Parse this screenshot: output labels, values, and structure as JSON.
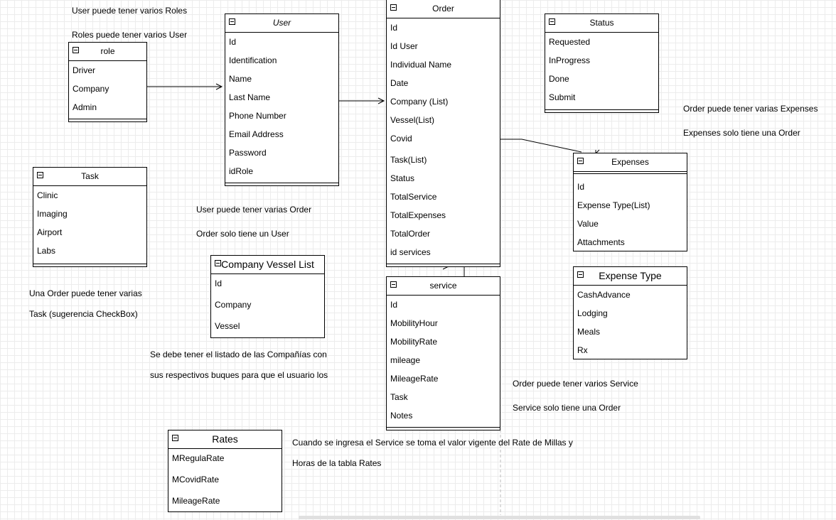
{
  "notes": {
    "user_roles": "User puede tener varios Roles",
    "roles_users": "Roles puede tener varios User",
    "user_orders": "User puede tener varias Order",
    "order_user": "Order solo tiene un User",
    "order_tasks_1": "Una Order puede tener varias",
    "order_tasks_2": "Task (sugerencia CheckBox)",
    "companies_1": "Se debe tener el listado de las Compañías con",
    "companies_2": "sus respectivos buques para que el usuario los",
    "order_expenses": "Order puede tener varias Expenses",
    "expenses_order": "Expenses solo tiene una Order",
    "order_services": "Order puede tener varios Service",
    "service_order": "Service solo tiene una Order",
    "rates_1": "Cuando se ingresa el Service se toma el valor vigente del Rate de Millas y",
    "rates_2": "Horas de la tabla Rates"
  },
  "entities": {
    "role": {
      "title": "role",
      "fields": [
        "Driver",
        "Company",
        "Admin"
      ]
    },
    "user": {
      "title": "User",
      "fields": [
        "Id",
        "Identification",
        "Name",
        "Last Name",
        "Phone Number",
        "Email Address",
        "Password",
        "idRole"
      ]
    },
    "order": {
      "title": "Order",
      "fields": [
        "Id",
        "Id User",
        "Individual Name",
        "Date",
        "Company (List)",
        "Vessel(List)",
        "Covid",
        "Task(List)",
        "Status",
        "TotalService",
        "TotalExpenses",
        "TotalOrder",
        "id services"
      ]
    },
    "status": {
      "title": "Status",
      "fields": [
        "Requested",
        "InProgress",
        "Done",
        "Submit"
      ]
    },
    "task": {
      "title": "Task",
      "fields": [
        "Clinic",
        "Imaging",
        "Airport",
        "Labs"
      ]
    },
    "expenses": {
      "title": "Expenses",
      "fields": [
        "Id",
        "Expense Type(List)",
        "Value",
        "Attachments"
      ]
    },
    "company_vessel": {
      "title": "Company Vessel List",
      "fields": [
        "Id",
        "Company",
        "Vessel"
      ]
    },
    "service": {
      "title": "service",
      "fields": [
        "Id",
        "MobilityHour",
        "MobilityRate",
        "mileage",
        "MileageRate",
        "Task",
        "Notes"
      ]
    },
    "expense_type": {
      "title": "Expense Type",
      "fields": [
        "CashAdvance",
        "Lodging",
        "Meals",
        "Rx"
      ]
    },
    "rates": {
      "title": "Rates",
      "fields": [
        "MRegulaRate",
        "MCovidRate",
        "MileageRate"
      ]
    }
  },
  "colors": {
    "line": "#000000",
    "grid": "#ececec",
    "dashed": "#bbbbbb"
  }
}
